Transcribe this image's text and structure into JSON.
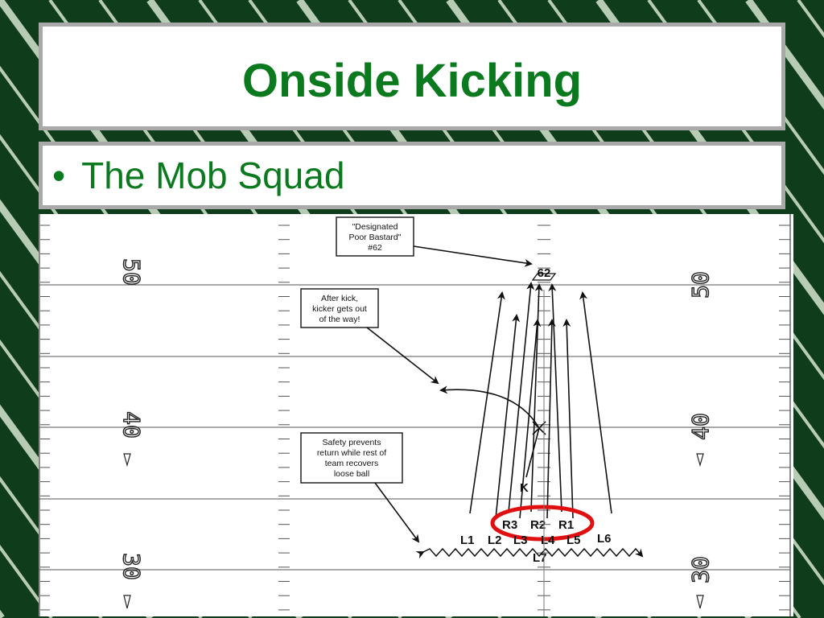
{
  "slide": {
    "title": "Onside Kicking",
    "bullet": "The Mob Squad",
    "bullet_marker": "•"
  },
  "colors": {
    "background": "#0f3d1b",
    "stripe": "#d6e6d0",
    "panel_border": "#a9a9a9",
    "title_text": "#0b7a1e",
    "highlight_oval": "#e01010"
  },
  "diagram": {
    "yard_markers_left": [
      "50",
      "40",
      "30"
    ],
    "yard_markers_right": [
      "50",
      "40",
      "30"
    ],
    "callouts": {
      "poor_bastard": [
        "\"Designated",
        "Poor Bastard\"",
        "#62"
      ],
      "kicker": [
        "After kick,",
        "kicker gets out",
        "of the way!"
      ],
      "safety": [
        "Safety prevents",
        "return while rest of",
        "team recovers",
        "loose ball"
      ]
    },
    "player_62": "62",
    "kicker_label": "K",
    "return_players": [
      "R3",
      "R2",
      "R1"
    ],
    "line_labels": [
      "L1",
      "L2",
      "L3",
      "L4",
      "L5",
      "L6"
    ],
    "l7_label": "L7"
  }
}
